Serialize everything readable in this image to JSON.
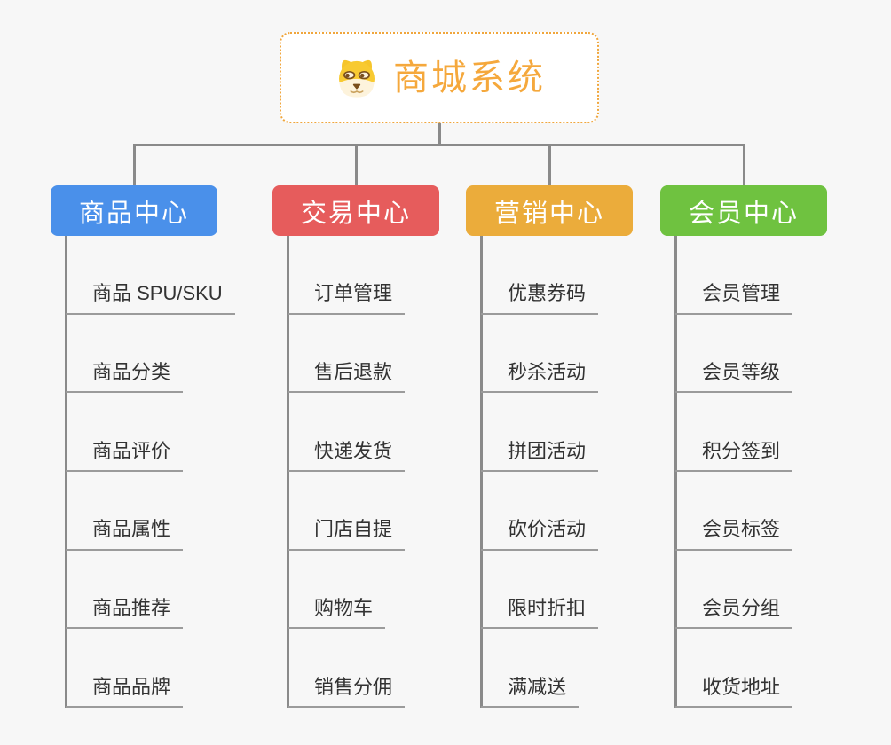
{
  "root": {
    "title": "商城系统",
    "icon": "shiba-dog-icon",
    "title_color": "#f5a83c",
    "border_color": "#f0a63c"
  },
  "branches": [
    {
      "label": "商品中心",
      "color": "#4a90ea",
      "items": [
        "商品 SPU/SKU",
        "商品分类",
        "商品评价",
        "商品属性",
        "商品推荐",
        "商品品牌"
      ]
    },
    {
      "label": "交易中心",
      "color": "#e65c5c",
      "items": [
        "订单管理",
        "售后退款",
        "快递发货",
        "门店自提",
        "购物车",
        "销售分佣"
      ]
    },
    {
      "label": "营销中心",
      "color": "#ebac3b",
      "items": [
        "优惠券码",
        "秒杀活动",
        "拼团活动",
        "砍价活动",
        "限时折扣",
        "满减送"
      ]
    },
    {
      "label": "会员中心",
      "color": "#6fc240",
      "items": [
        "会员管理",
        "会员等级",
        "积分签到",
        "会员标签",
        "会员分组",
        "收货地址"
      ]
    }
  ],
  "colors": {
    "background": "#f7f7f7",
    "connector_gray": "#8a8a8a",
    "underline_gray": "#9b9b9b",
    "leaf_text": "#333333"
  }
}
